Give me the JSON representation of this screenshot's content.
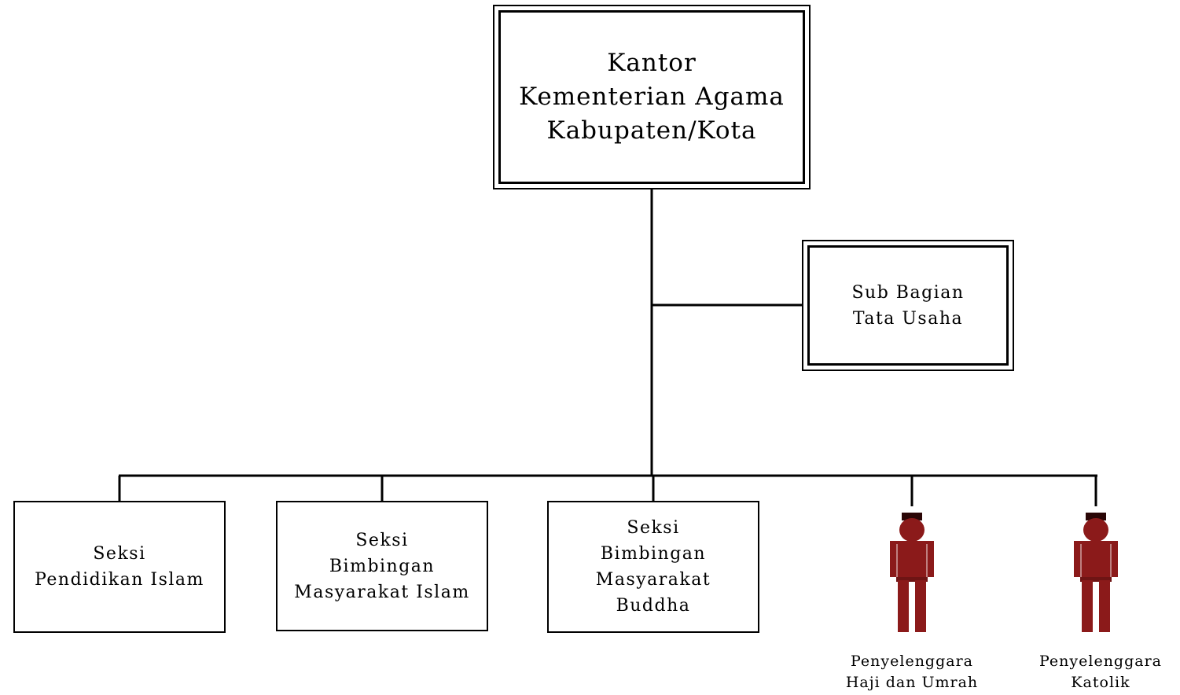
{
  "chart": {
    "main_unit": "Kantor\nKementerian Agama\nKabupaten/Kota",
    "staff_unit": "Sub Bagian\nTata Usaha",
    "sections": [
      "Seksi\nPendidikan Islam",
      "Seksi\nBimbingan\nMasyarakat Islam",
      "Seksi\nBimbingan\nMasyarakat\nBuddha"
    ],
    "officials": [
      "Penyelenggara\nHaji dan Umrah",
      "Penyelenggara\nKatolik"
    ]
  },
  "colors": {
    "line": "#000000",
    "figure_fill": "#8b1a1a",
    "figure_dark": "#4a0d0d"
  }
}
